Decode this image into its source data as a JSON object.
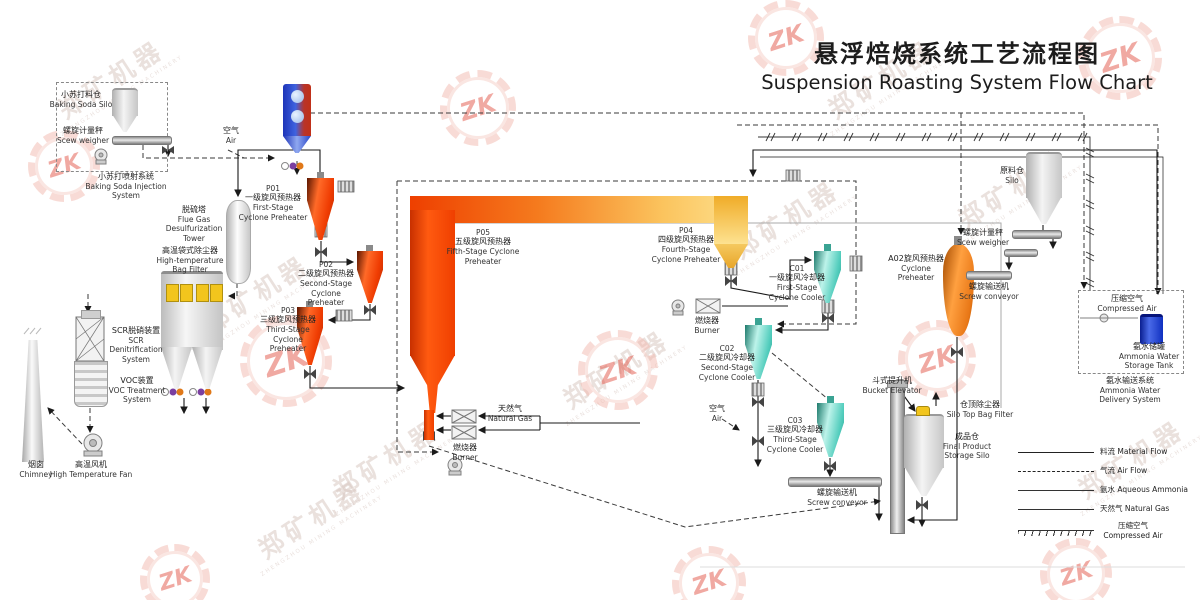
{
  "title": {
    "zh": "悬浮焙烧系统工艺流程图",
    "en": "Suspension Roasting System Flow Chart"
  },
  "labels": {
    "baking_soda_silo": {
      "zh": "小苏打料仓",
      "en": "Baking Soda Silo"
    },
    "screw_weigher": {
      "zh": "螺旋计量秤",
      "en": "Scew weigher"
    },
    "baking_soda_injection": {
      "zh": "小苏打喷射系统",
      "en": "Baking Soda Injection System"
    },
    "air": {
      "zh": "空气",
      "en": "Air"
    },
    "p01": {
      "code": "P01",
      "zh": "一级旋风预热器",
      "en": "First-Stage Cyclone Preheater"
    },
    "p02": {
      "code": "P02",
      "zh": "二级旋风预热器",
      "en": "Second-Stage Cyclone Preheater"
    },
    "p03": {
      "code": "P03",
      "zh": "三级旋风预热器",
      "en": "Third-Stage Cyclone Preheater"
    },
    "p04": {
      "code": "P04",
      "zh": "四级旋风预热器",
      "en": "Fourth-Stage Cyclone Preheater"
    },
    "p05": {
      "code": "P05",
      "zh": "五级旋风预热器",
      "en": "Fifth-Stage Cyclone Preheater"
    },
    "c01": {
      "code": "C01",
      "zh": "一级旋风冷却器",
      "en": "First-Stage Cyclone Cooler"
    },
    "c02": {
      "code": "C02",
      "zh": "二级旋风冷却器",
      "en": "Second-Stage Cyclone Cooler"
    },
    "c03": {
      "code": "C03",
      "zh": "三级旋风冷却器",
      "en": "Third-Stage Cyclone Cooler"
    },
    "desulfurization_tower": {
      "zh": "脱硫塔",
      "en": "Flue Gas Desulfurization Tower"
    },
    "bag_filter": {
      "zh": "高温袋式除尘器",
      "en": "High-temperature Bag Filter"
    },
    "scr": {
      "zh": "SCR脱硝装置",
      "en": "SCR Denitrification System"
    },
    "voc": {
      "zh": "VOC装置",
      "en": "VOC Treatment System"
    },
    "chimney": {
      "zh": "烟囱",
      "en": "Chimney"
    },
    "high_temp_fan": {
      "zh": "高温风机",
      "en": "High Temperature Fan"
    },
    "natural_gas": {
      "zh": "天然气",
      "en": "Natural Gas"
    },
    "burner": {
      "zh": "燃烧器",
      "en": "Burner"
    },
    "screw_conveyor": {
      "zh": "螺旋输送机",
      "en": "Screw conveyor"
    },
    "bucket_elevator": {
      "zh": "斗式提升机",
      "en": "Bucket Elevator"
    },
    "silo_top_bag_filter": {
      "zh": "仓顶除尘器",
      "en": "Silo Top Bag Filter"
    },
    "final_product_silo": {
      "zh": "成品仓",
      "en": "Final Product Storage Silo"
    },
    "a02": {
      "zh": "A02旋风预热器",
      "en": "Cyclone Preheater"
    },
    "raw_silo": {
      "zh": "原料仓",
      "en": "Silo"
    },
    "compressed_air": {
      "zh": "压缩空气",
      "en": "Compressed Air"
    },
    "ammonia_tank": {
      "zh": "氨水储罐",
      "en": "Ammonia Water Storage Tank"
    },
    "ammonia_system": {
      "zh": "氨水输送系统",
      "en": "Ammonia Water Delivery System"
    }
  },
  "legend": {
    "items": [
      {
        "zh": "料流",
        "en": "Material Flow",
        "style": "solid"
      },
      {
        "zh": "气流",
        "en": "Air Flow",
        "style": "dashed"
      },
      {
        "zh": "氨水",
        "en": "Aqueous Ammonia",
        "style": "thin"
      },
      {
        "zh": "天然气",
        "en": "Natural Gas",
        "style": "thin"
      },
      {
        "zh": "压缩空气",
        "en": "Compressed Air",
        "style": "hatched"
      }
    ]
  },
  "watermark": {
    "company_zh": "郑矿机器",
    "logo": "ZK",
    "company_en": "ZHENGZHOU MINING MACHINERY"
  },
  "colors": {
    "preheater": "#ee3c02",
    "cooler": "#5fd0c0",
    "duct_hot": "#ee3f00",
    "duct_warm": "#fdd87d",
    "ammonia_tank": "#1030c8",
    "bag_filter_window": "#f2c51d"
  }
}
